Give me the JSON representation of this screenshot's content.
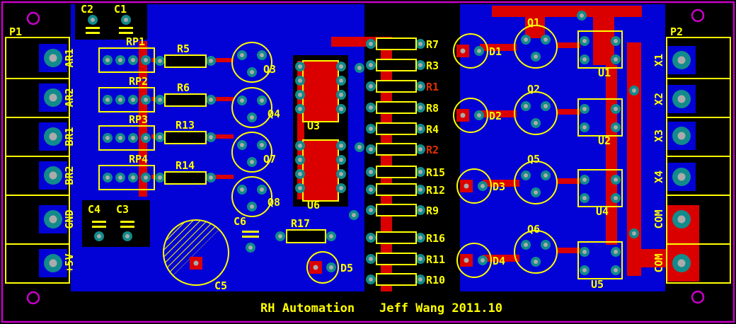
{
  "board": {
    "title_left": "RH Automation",
    "title_right": "Jeff Wang 2011.10"
  },
  "colors": {
    "bg": "#000000",
    "copper-bottom": "#0202D6",
    "copper-top": "#DB0000",
    "silk": "#FFFF00",
    "outline": "#C800C8",
    "pad": "#118B8B",
    "hole": "#ABABAB",
    "silk-red": "#E03000"
  },
  "p1_pins": [
    "AR1",
    "AR2",
    "BR1",
    "BR2",
    "GND",
    "+5V"
  ],
  "p2_pins": [
    "X1",
    "X2",
    "X3",
    "X4",
    "COM",
    "COM"
  ],
  "labels": {
    "P1": "P1",
    "P2": "P2",
    "C1": "C1",
    "C2": "C2",
    "C3": "C3",
    "C4": "C4",
    "C5": "C5",
    "C6": "C6",
    "RP1": "RP1",
    "RP2": "RP2",
    "RP3": "RP3",
    "RP4": "RP4",
    "R5": "R5",
    "R6": "R6",
    "R13": "R13",
    "R14": "R14",
    "R17": "R17",
    "Q1": "Q1",
    "Q2": "Q2",
    "Q3": "Q3",
    "Q4": "Q4",
    "Q5": "Q5",
    "Q6": "Q6",
    "Q7": "Q7",
    "Q8": "Q8",
    "U1": "U1",
    "U2": "U2",
    "U3": "U3",
    "U4": "U4",
    "U5": "U5",
    "U6": "U6",
    "D1": "D1",
    "D2": "D2",
    "D3": "D3",
    "D4": "D4",
    "D5": "D5",
    "R7": "R7",
    "R3": "R3",
    "R1": "R1",
    "R8": "R8",
    "R4": "R4",
    "R2": "R2",
    "R15": "R15",
    "R12": "R12",
    "R9": "R9",
    "R16": "R16",
    "R11": "R11",
    "R10": "R10"
  }
}
